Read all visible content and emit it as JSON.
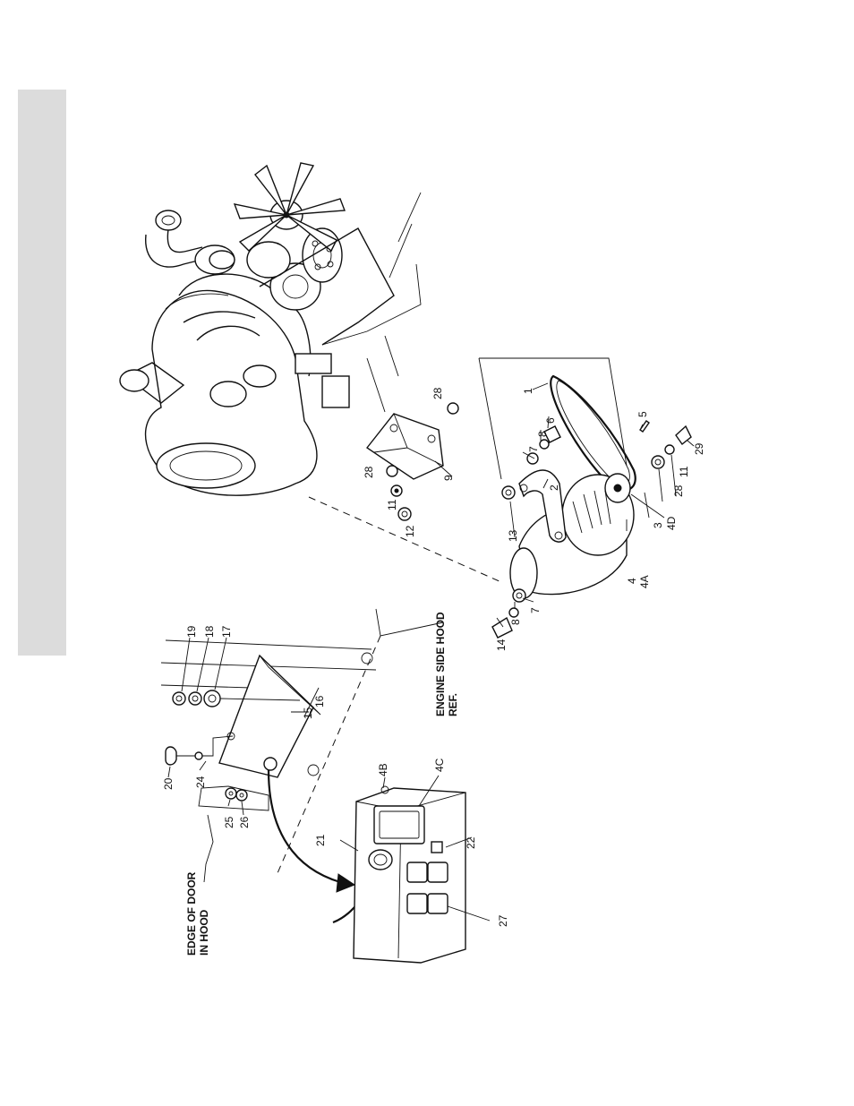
{
  "callouts": {
    "c1": "1",
    "c2": "2",
    "c3": "3",
    "c4": "4",
    "c4a": "4A",
    "c4d": "4D",
    "c5": "5",
    "c6": "6",
    "c7a": "7",
    "c7b": "7",
    "c8a": "8",
    "c8b": "8",
    "c9": "9",
    "c11a": "11",
    "c11b": "11",
    "c12": "12",
    "c13": "13",
    "c14": "14",
    "c15": "15",
    "c16": "16",
    "c17": "17",
    "c18": "18",
    "c19": "19",
    "c20": "20",
    "c21": "21",
    "c22": "22",
    "c24": "24",
    "c25": "25",
    "c26": "26",
    "c27": "27",
    "c28a": "28",
    "c28b": "28",
    "c28c": "28",
    "c29": "29",
    "c4b": "4B",
    "c4c": "4C"
  },
  "notes": {
    "engine_side_line1": "ENGINE SIDE HOOD",
    "engine_side_line2": "REF.",
    "edge_door_line1": "EDGE OF DOOR",
    "edge_door_line2": "IN HOOD"
  }
}
